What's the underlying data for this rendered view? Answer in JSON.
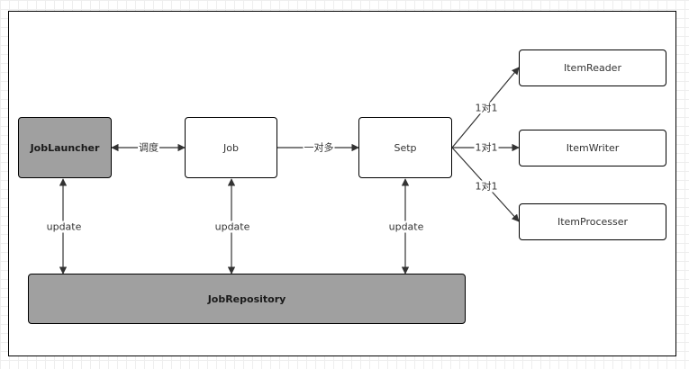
{
  "colors": {
    "dark_fill": "#a0a0a0",
    "light_fill": "#ffffff",
    "stroke": "#000000",
    "arrow": "#333333"
  },
  "nodes": {
    "job_launcher": "JobLauncher",
    "job": "Job",
    "setp": "Setp",
    "item_reader": "ItemReader",
    "item_writer": "ItemWriter",
    "item_processer": "ItemProcesser",
    "job_repository": "JobRepository"
  },
  "edges": {
    "launcher_job": "调度",
    "job_setp": "一对多",
    "setp_reader": "1对1",
    "setp_writer": "1对1",
    "setp_processer": "1对1",
    "launcher_repo": "update",
    "job_repo": "update",
    "setp_repo": "update"
  }
}
